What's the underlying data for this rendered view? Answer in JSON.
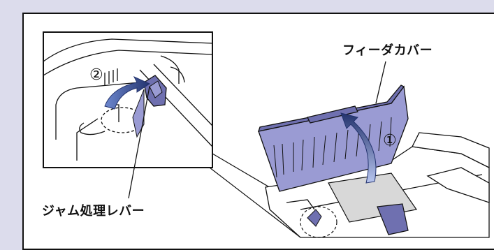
{
  "labels": {
    "feeder_cover": "フィーダカバー",
    "jam_lever": "ジャム処理レバー",
    "step_1": "①",
    "step_2": "②"
  },
  "colors": {
    "background": "#dcdcec",
    "cover": "#9a9bd3",
    "cover_dark": "#6f70b0",
    "arrow": "#23336e",
    "arrow_light": "#6d88cf",
    "paper": "#d8d8d8",
    "line": "#111111"
  }
}
